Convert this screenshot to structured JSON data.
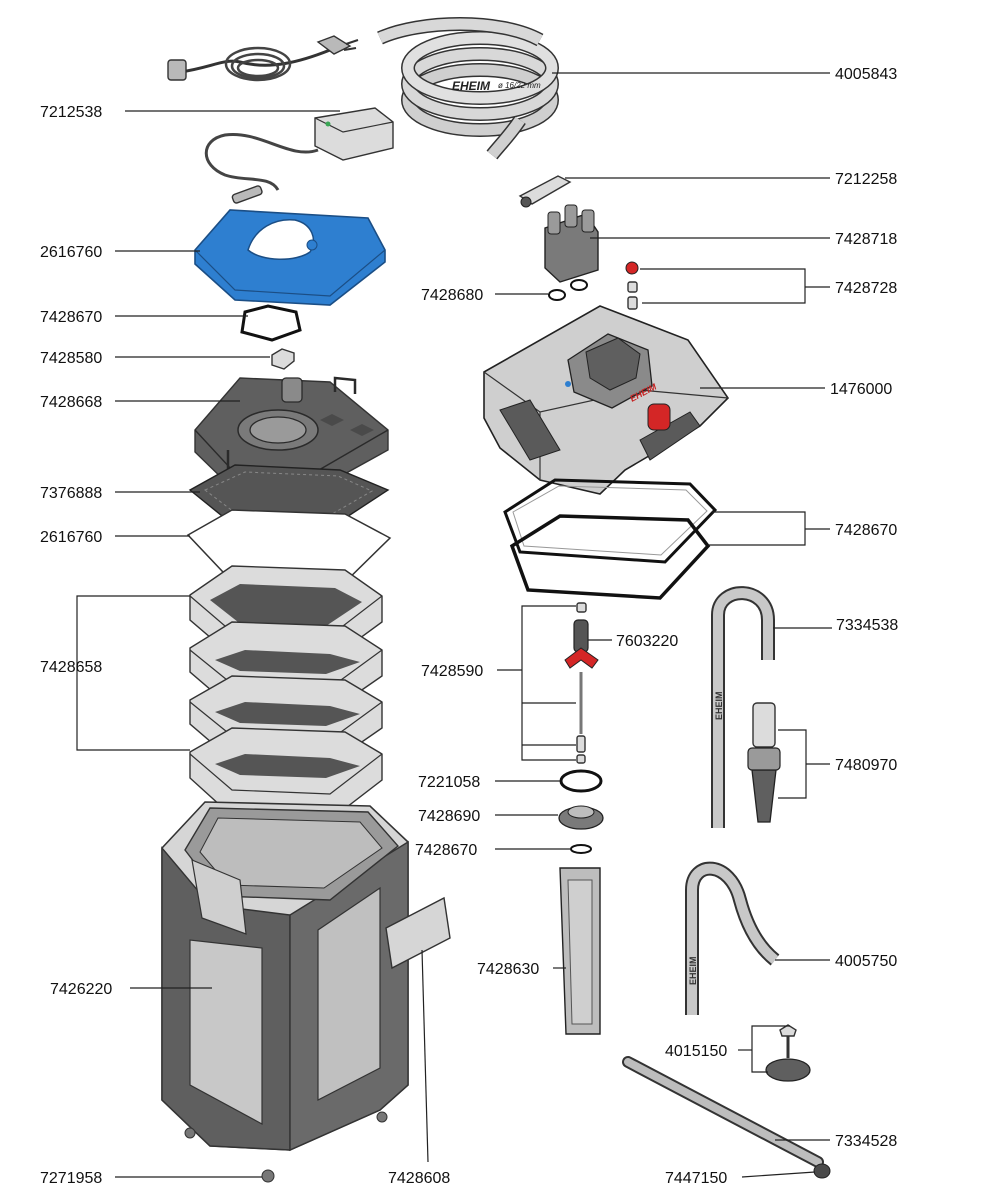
{
  "parts": {
    "p4005843": "4005843",
    "p7212538": "7212538",
    "p7212258": "7212258",
    "p7428718": "7428718",
    "p2616760_top": "2616760",
    "p7428680": "7428680",
    "p7428728": "7428728",
    "p7428670_top": "7428670",
    "p7428580": "7428580",
    "p1476000": "1476000",
    "p7428668": "7428668",
    "p7376888": "7376888",
    "p7428670_mid": "7428670",
    "p2616760_mid": "2616760",
    "p7603220": "7603220",
    "p7334538": "7334538",
    "p7428658": "7428658",
    "p7428590": "7428590",
    "p7480970": "7480970",
    "p7221058": "7221058",
    "p7428690": "7428690",
    "p7428670_low": "7428670",
    "p7428630": "7428630",
    "p4005750": "4005750",
    "p7426220": "7426220",
    "p4015150": "4015150",
    "p7334528": "7334528",
    "p7271958": "7271958",
    "p7428608": "7428608",
    "p7447150": "7447150"
  },
  "brand_text": {
    "hose_brand": "EHEIM",
    "hose_size": "ø 16/22 mm",
    "head_brand": "EHEIM",
    "tube_brand_a": "EHEIM",
    "tube_brand_b": "EHEIM"
  },
  "colors": {
    "lid_blue": "#2e7fd0",
    "impeller_red": "#d42626",
    "body_dark": "#5f5f5f",
    "body_light": "#d6d6d6"
  }
}
